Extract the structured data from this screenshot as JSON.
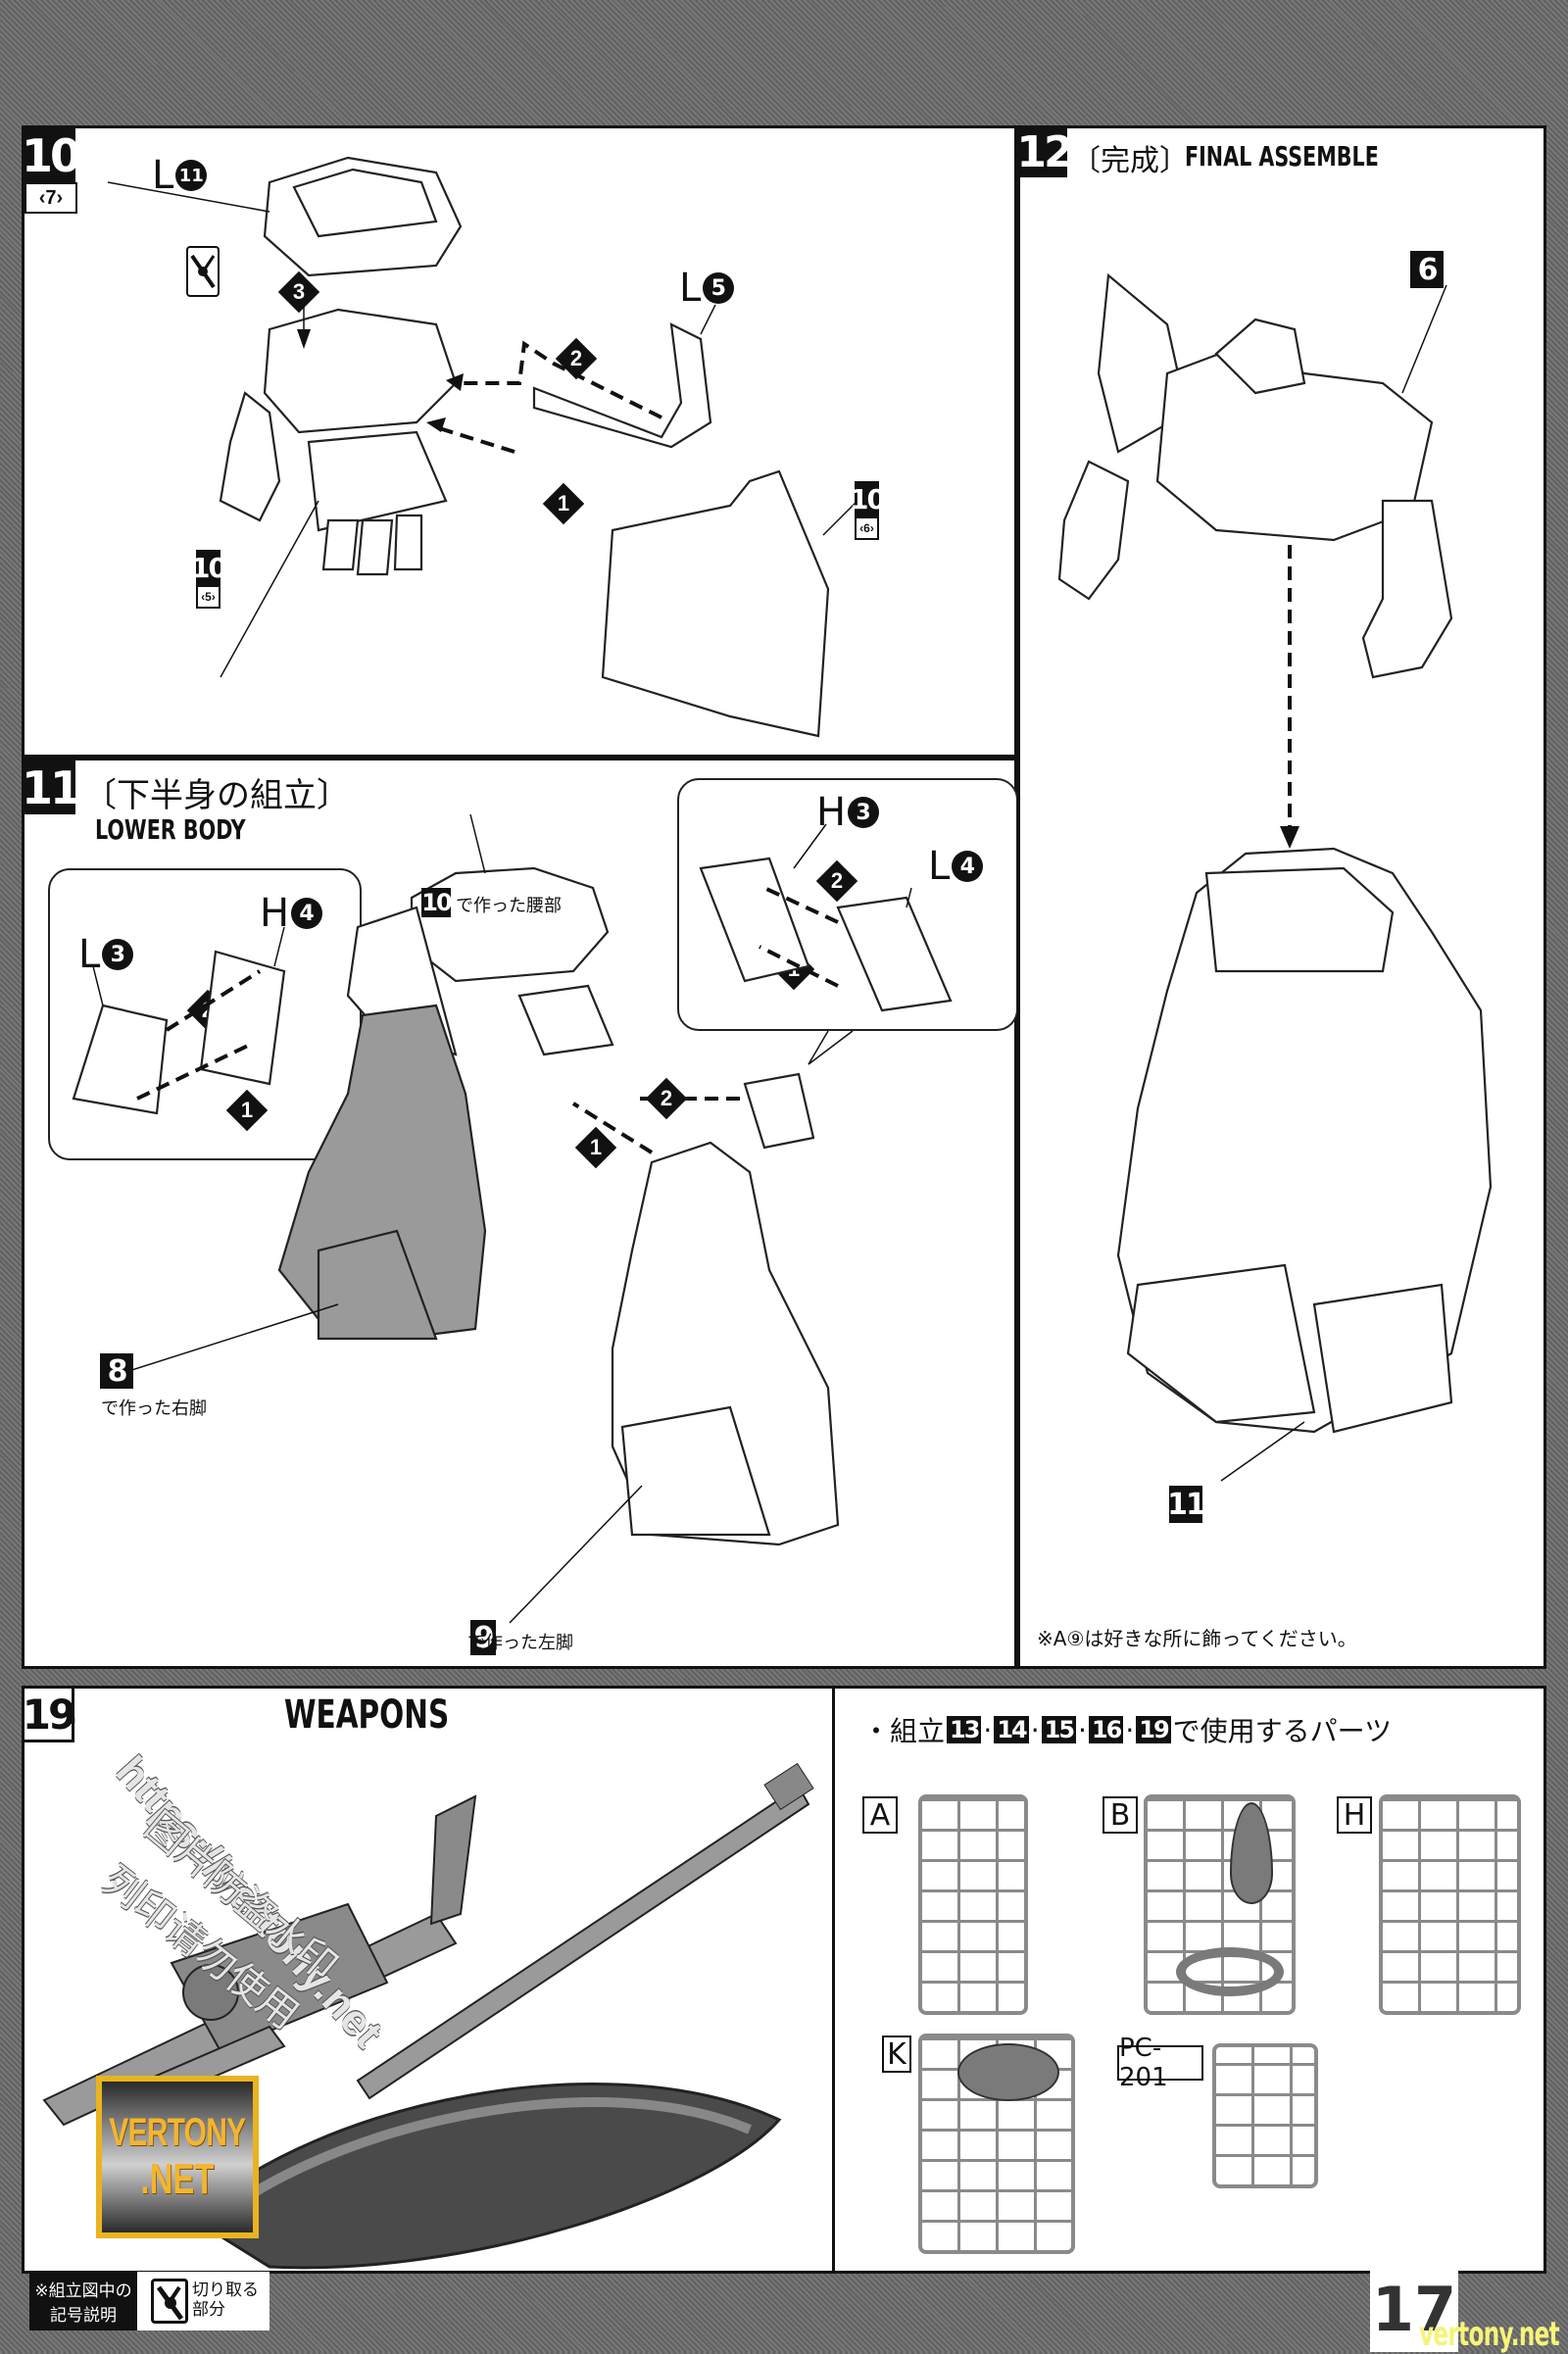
{
  "page_number": "17",
  "watermark_footer": "vertony.net",
  "watermark_logo": {
    "line1": "VERTONY",
    "line2": ".NET"
  },
  "watermark_overlay": [
    "https://vertony.net",
    "图片防盗水印",
    "列印请勿使用"
  ],
  "step10": {
    "number": "10",
    "sub": "‹7›",
    "parts": [
      {
        "runner": "L",
        "num": "11"
      },
      {
        "runner": "L",
        "num": "5"
      }
    ],
    "order_markers": [
      "1",
      "2",
      "3"
    ],
    "refs": [
      {
        "number": "10",
        "sub": "‹5›"
      },
      {
        "number": "10",
        "sub": "‹6›"
      }
    ],
    "icon": "nipper-cut-icon"
  },
  "step11": {
    "number": "11",
    "title_jp": "〔下半身の組立〕",
    "title_en": "LOWER BODY",
    "bubble_left": {
      "parts": [
        {
          "runner": "L",
          "num": "3"
        },
        {
          "runner": "H",
          "num": "4"
        }
      ],
      "markers": [
        "2",
        "1"
      ]
    },
    "bubble_right": {
      "parts": [
        {
          "runner": "H",
          "num": "3"
        },
        {
          "runner": "L",
          "num": "4"
        }
      ],
      "markers": [
        "2",
        "1"
      ]
    },
    "main_markers": [
      "2",
      "1"
    ],
    "ref_waist": {
      "number": "10",
      "caption": "で作った腰部"
    },
    "ref_right_leg": {
      "number": "8",
      "caption": "で作った右脚"
    },
    "ref_left_leg": {
      "number": "9",
      "caption": "で作った左脚"
    }
  },
  "step12": {
    "number": "12",
    "title_jp": "〔完成〕",
    "title_en": "FINAL ASSEMBLE",
    "ref_upper": "6",
    "ref_lower": "11",
    "note": "※A⑨は好きな所に飾ってください。"
  },
  "weapons": {
    "steps": [
      "13",
      "14",
      "15",
      "16",
      "19"
    ],
    "title": "WEAPONS"
  },
  "parts_used": {
    "heading_prefix": "・組立",
    "heading_steps": [
      "13",
      "14",
      "15",
      "16",
      "19"
    ],
    "heading_suffix": "で使用するパーツ",
    "runners": [
      "A",
      "B",
      "H",
      "K",
      "PC-201"
    ]
  },
  "legend": {
    "label_line1": "※組立図中の",
    "label_line2": "記号説明",
    "icon": "nipper-cut-icon",
    "desc_line1": "切り取る",
    "desc_line2": "部分"
  }
}
